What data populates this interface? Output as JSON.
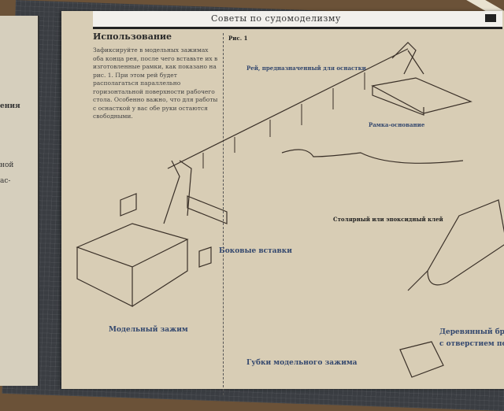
{
  "left_page": {
    "fragments": [
      "ения",
      "ной",
      "ас-"
    ]
  },
  "header": {
    "title": "Советы по судомоделизму"
  },
  "section": {
    "title": "Использование",
    "body": "Зафиксируйте в модельных зажимах оба конца рея, после чего вставьте их в изготовленные рамки, как показано на рис. 1. При этом рей будет располагаться параллельно горизонтальной поверхности рабочего стола. Особенно важно, что для работы с оснасткой у вас обе руки остаются свободными."
  },
  "figure": {
    "label": "Рис. 1",
    "callouts": {
      "yard": "Рей, предназначенный для оснастки",
      "base_frame": "Рамка-основание",
      "side_inserts": "Боковые вставки",
      "model_clamp": "Модельный зажим",
      "glue": "Столярный или эпоксидный клей",
      "wood_block": "Деревянный брусок",
      "wood_block_2": "с отверстием по це",
      "clamp_jaws": "Губки модельного зажима"
    }
  }
}
